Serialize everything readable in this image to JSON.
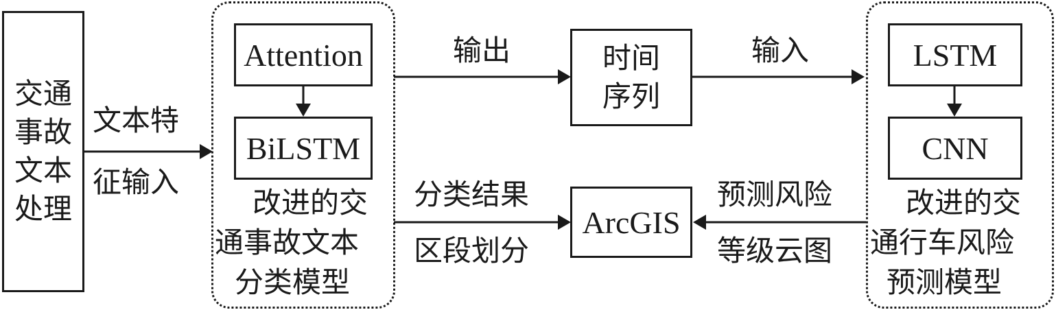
{
  "nodes": {
    "text_processing": "交通事故文本处理",
    "attention": "Attention",
    "bilstm": "BiLSTM",
    "classification_model_caption": [
      "改进的交",
      "通事故文本",
      "分类模型"
    ],
    "time_series": [
      "时间",
      "序列"
    ],
    "arcgis": "ArcGIS",
    "lstm": "LSTM",
    "cnn": "CNN",
    "risk_model_caption": [
      "改进的交",
      "通行车风险",
      "预测模型"
    ]
  },
  "edges": {
    "text_feature_input": [
      "文本特",
      "征输入"
    ],
    "output": "输出",
    "input": "输入",
    "classification_result": "分类结果",
    "section_division": "区段划分",
    "predicted_risk": "预测风险",
    "level_cloud_map": "等级云图"
  }
}
